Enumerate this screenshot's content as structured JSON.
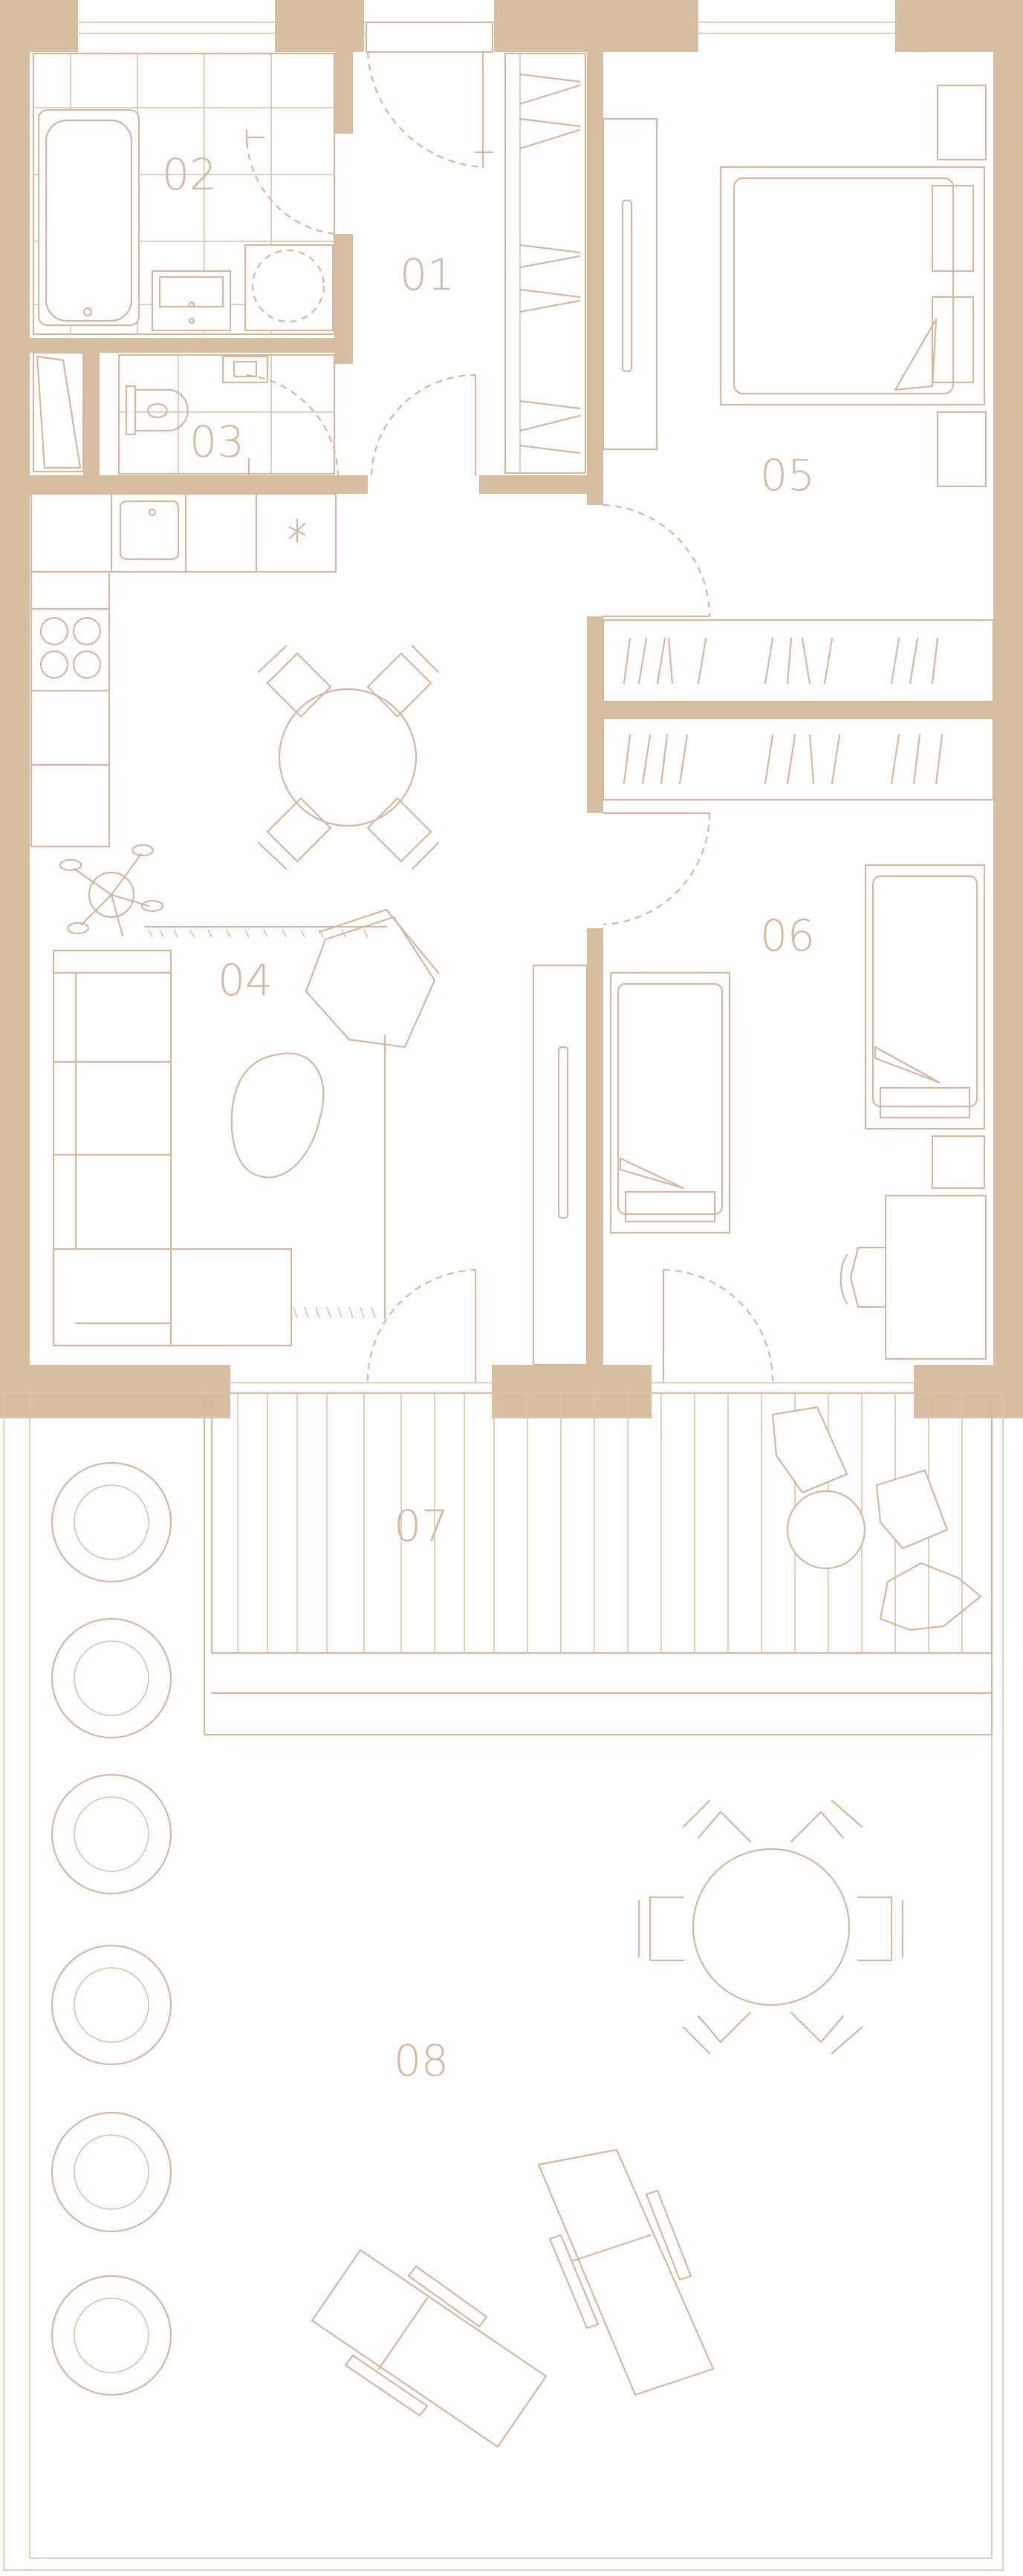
{
  "palette": {
    "wall": "#d8bea1",
    "line": "#d6b89c",
    "background": "#ffffff"
  },
  "rooms": [
    {
      "id": "01",
      "label": "01"
    },
    {
      "id": "02",
      "label": "02"
    },
    {
      "id": "03",
      "label": "03"
    },
    {
      "id": "04",
      "label": "04"
    },
    {
      "id": "05",
      "label": "05"
    },
    {
      "id": "06",
      "label": "06"
    },
    {
      "id": "07",
      "label": "07"
    },
    {
      "id": "08",
      "label": "08"
    }
  ],
  "icons": [
    "bathtub-icon",
    "sink-icon",
    "shower-icon",
    "toilet-icon",
    "wardrobe-icon",
    "double-bed-icon",
    "single-bed-icon",
    "dining-table-icon",
    "sofa-icon",
    "armchair-icon",
    "plant-icon",
    "shrub-icon",
    "sun-lounger-icon",
    "kitchen-counter-icon",
    "cooktop-icon",
    "desk-icon",
    "tv-stand-icon",
    "deck-icon"
  ]
}
